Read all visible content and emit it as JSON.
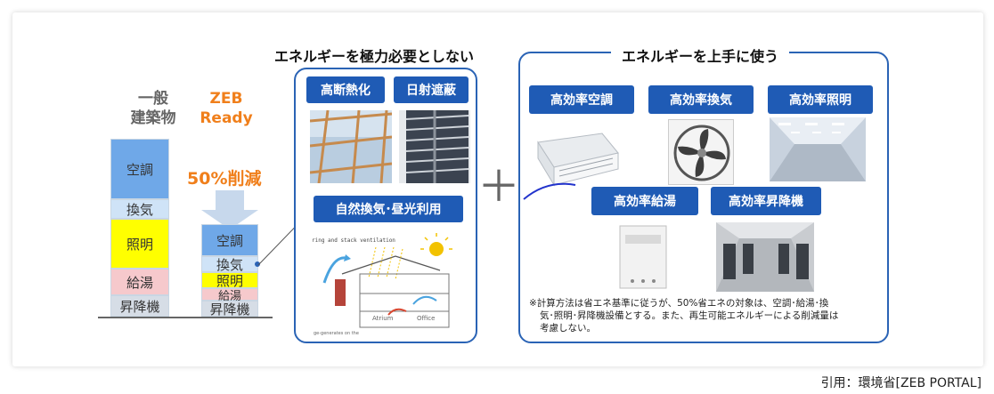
{
  "left": {
    "general_title_l1": "一般",
    "general_title_l2": "建築物",
    "zeb_title_l1": "ZEB",
    "zeb_title_l2": "Ready",
    "reduction": "50%削減",
    "general_segments": [
      "空調",
      "換気",
      "照明",
      "給湯",
      "昇降機"
    ],
    "zeb_segments": [
      "空調",
      "換気",
      "照明",
      "給湯",
      "昇降機"
    ],
    "colors": {
      "aircon": "#6fa8e8",
      "vent": "#cfe3f7",
      "light": "#ffff00",
      "water": "#f6c9cc",
      "lift": "#d6dde6",
      "accent": "#f07f1b",
      "blue": "#1f5bb5"
    }
  },
  "middle": {
    "title": "エネルギーを極力必要としない",
    "tag_insulation": "高断熱化",
    "tag_shading": "日射遮蔽",
    "tag_natural": "自然換気･昼光利用",
    "diagram_text": [
      "ring and stack ventilation",
      "Atrium",
      "Office",
      "ge-generates on the"
    ]
  },
  "right": {
    "title": "エネルギーを上手に使う",
    "tags": [
      "高効率空調",
      "高効率換気",
      "高効率照明",
      "高効率給湯",
      "高効率昇降機"
    ],
    "note_l1": "※計算方法は省エネ基準に従うが、50%省エネの対象は、空調･給湯･換",
    "note_l2": "気･照明･昇降機設備とする。また、再生可能エネルギーによる削減量は",
    "note_l3": "考慮しない。"
  },
  "plus": "＋",
  "credit": "引用：環境省[ZEB PORTAL]"
}
